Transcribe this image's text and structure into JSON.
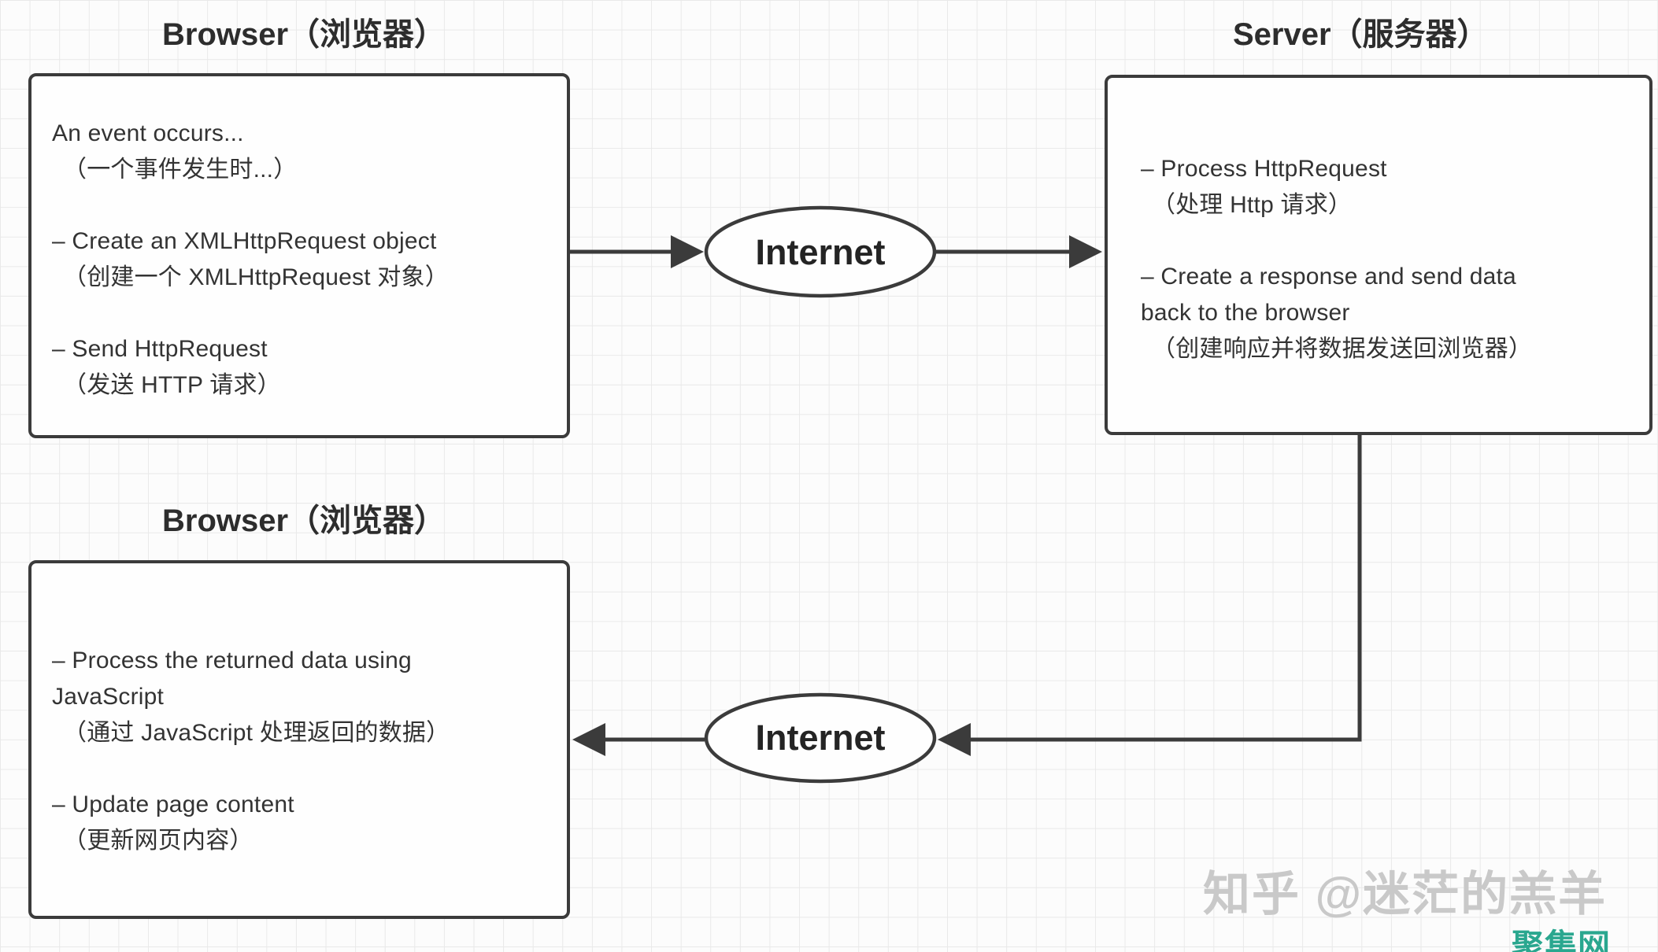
{
  "diagram": {
    "stroke_color": "#3b3b3b",
    "background_grid_color": "#e9e9e9"
  },
  "nodes": {
    "browser_top": {
      "title": "Browser（浏览器）",
      "paragraphs": [
        [
          "An event occurs...",
          "（一个事件发生时...）"
        ],
        [
          "– Create an XMLHttpRequest object",
          "（创建一个 XMLHttpRequest 对象）"
        ],
        [
          "– Send HttpRequest",
          "（发送 HTTP 请求）"
        ]
      ]
    },
    "server": {
      "title": "Server（服务器）",
      "paragraphs": [
        [
          "– Process HttpRequest",
          "（处理 Http 请求）"
        ],
        [
          "– Create a response and send data",
          "back to the browser",
          "（创建响应并将数据发送回浏览器）"
        ]
      ]
    },
    "browser_bottom": {
      "title": "Browser（浏览器）",
      "paragraphs": [
        [
          "– Process the returned data using",
          "JavaScript",
          "（通过 JavaScript 处理返回的数据）"
        ],
        [
          "– Update page content",
          "（更新网页内容）"
        ]
      ]
    }
  },
  "ellipses": {
    "top_label": "Internet",
    "bottom_label": "Internet"
  },
  "watermarks": {
    "zhihu": "知乎 @迷茫的羔羊",
    "zhihu_color": "#c9c9c9",
    "juji": "聚集网",
    "juji_color": "#2aa78f"
  }
}
